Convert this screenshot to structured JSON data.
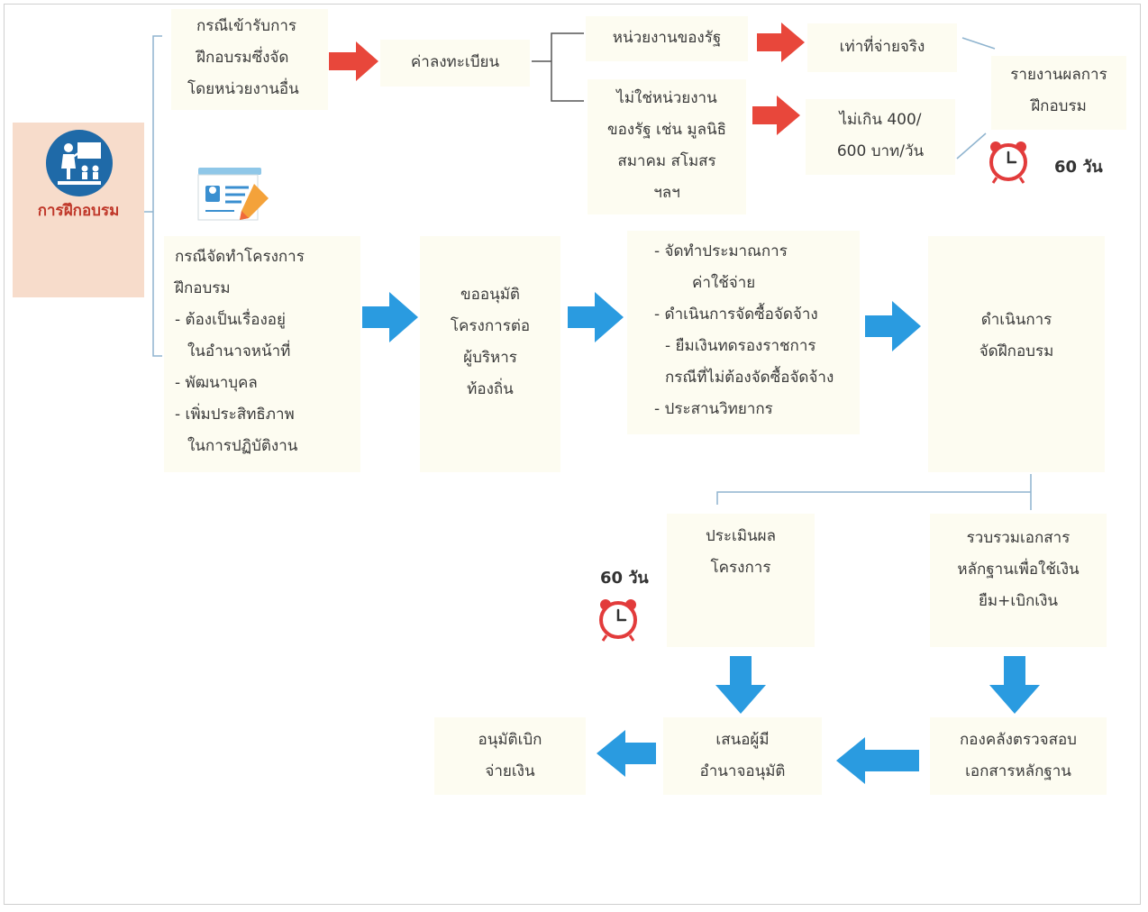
{
  "root": {
    "label": "การฝึกอบรม"
  },
  "case_a": {
    "box": [
      "กรณีเข้ารับการ",
      "ฝึกอบรมซึ่งจัด",
      "โดยหน่วยงานอื่น"
    ],
    "registration": "ค่าลงทะเบียน",
    "state_unit": "หน่วยงานของรัฐ",
    "actual_paid": "เท่าที่จ่ายจริง",
    "non_state": [
      "ไม่ใช่หน่วยงาน",
      "ของรัฐ เช่น มูลนิธิ",
      "สมาคม สโมสร",
      "ฯลฯ"
    ],
    "limit": [
      "ไม่เกิน 400/",
      "600 บาท/วัน"
    ],
    "report": [
      "รายงานผลการ",
      "ฝึกอบรม"
    ],
    "report_days": "60 วัน"
  },
  "case_b": {
    "box": [
      "กรณีจัดทำโครงการ",
      "ฝึกอบรม",
      "- ต้องเป็นเรื่องอยู่",
      "ในอำนาจหน้าที่",
      "- พัฒนาบุคล",
      "- เพิ่มประสิทธิภาพ",
      "ในการปฏิบัติงาน"
    ],
    "approve_project": [
      "ขออนุมัติ",
      "โครงการต่อ",
      "ผู้บริหาร",
      "ท้องถิ่น"
    ],
    "prepare": [
      "- จัดทำประมาณการ",
      "ค่าใช้จ่าย",
      "- ดำเนินการจัดซื้อจัดจ้าง",
      "- ยืมเงินทดรองราชการ",
      "กรณีที่ไม่ต้องจัดซื้อจัดจ้าง",
      "- ประสานวิทยากร"
    ],
    "conduct": [
      "ดำเนินการ",
      "จัดฝึกอบรม"
    ],
    "evaluate": [
      "ประเมินผล",
      "โครงการ"
    ],
    "evaluate_days": "60 วัน",
    "collect_docs": [
      "รวบรวมเอกสาร",
      "หลักฐานเพื่อใช้เงิน",
      "ยืม+เบิกเงิน"
    ],
    "treasury_check": [
      "กองคลังตรวจสอบ",
      "เอกสารหลักฐาน"
    ],
    "propose": [
      "เสนอผู้มี",
      "อำนาจอนุมัติ"
    ],
    "approve_pay": [
      "อนุมัติเบิก",
      "จ่ายเงิน"
    ]
  },
  "colors": {
    "red_arrow": "#e8473b",
    "blue_arrow": "#2a9be0",
    "connector": "#8fb4cf",
    "box_fill": "#fdfcf1",
    "root_fill": "#f7dccb",
    "root_text": "#c0392b",
    "clock": "#e23b3b"
  }
}
